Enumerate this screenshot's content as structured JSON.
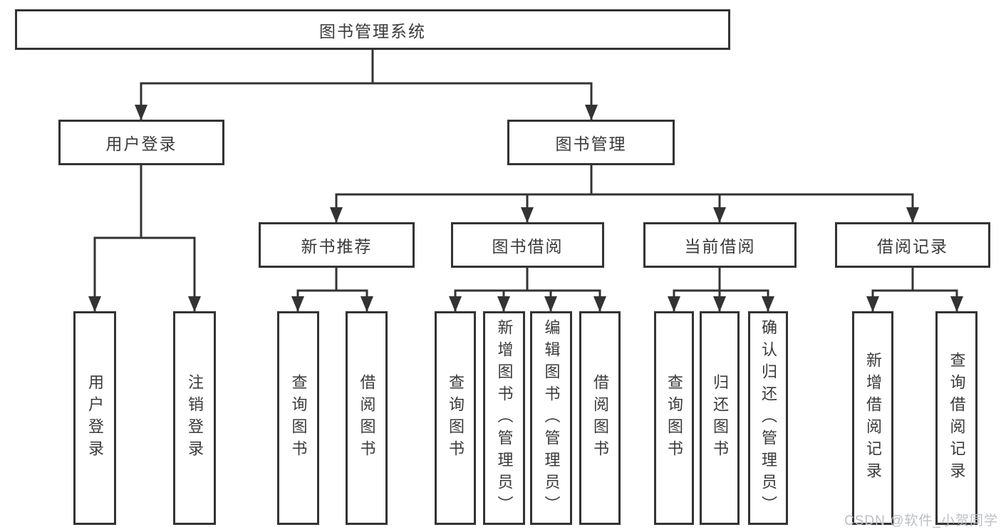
{
  "diagram": {
    "root": {
      "label": "图书管理系统"
    },
    "user_branch": {
      "label": "用户登录",
      "children": [
        {
          "label": "用户登录"
        },
        {
          "label": "注销登录"
        }
      ]
    },
    "mgmt_branch": {
      "label": "图书管理",
      "groups": [
        {
          "label": "新书推荐",
          "children": [
            {
              "label": "查询图书"
            },
            {
              "label": "借阅图书"
            }
          ]
        },
        {
          "label": "图书借阅",
          "children": [
            {
              "label": "查询图书"
            },
            {
              "label": "新增图书（管理员）"
            },
            {
              "label": "编辑图书（管理员）"
            },
            {
              "label": "借阅图书"
            }
          ]
        },
        {
          "label": "当前借阅",
          "children": [
            {
              "label": "查询图书"
            },
            {
              "label": "归还图书"
            },
            {
              "label": "确认归还（管理员）"
            }
          ]
        },
        {
          "label": "借阅记录",
          "children": [
            {
              "label": "新增借阅记录"
            },
            {
              "label": "查询借阅记录"
            }
          ]
        }
      ]
    }
  },
  "watermark": {
    "text": "CSDN @软件_小贺同学"
  },
  "colors": {
    "line": "#333333",
    "text": "#3a3a3a",
    "watermark": "#bcbfc4",
    "background": "#ffffff"
  }
}
